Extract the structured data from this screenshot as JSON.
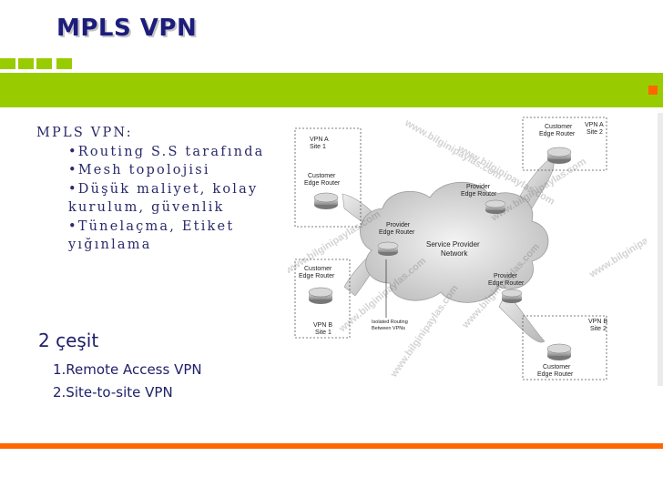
{
  "slide": {
    "title": "MPLS VPN",
    "colors": {
      "title": "#1c1c7c",
      "band": "#99cc00",
      "accent": "#ff6600",
      "text": "#2a2a6a"
    }
  },
  "bullets": {
    "heading": "MPLS VPN:",
    "items": [
      {
        "line1": "•Routing S.S tarafında"
      },
      {
        "line1": "•Mesh topolojisi"
      },
      {
        "line1": "•Düşük maliyet, kolay",
        "line2": "kurulum, güvenlik"
      },
      {
        "line1": "•Tünelaçma, Etiket",
        "line2": "yığınlama"
      }
    ]
  },
  "types": {
    "heading": "2 çeşit",
    "items": [
      "1.Remote Access VPN",
      "2.Site-to-site VPN"
    ]
  },
  "diagram": {
    "cloud_label": [
      "Service Provider",
      "Network"
    ],
    "isolated_label": [
      "Isolated Routing",
      "Between VPNs"
    ],
    "watermark": "www.bilginipaylas.com",
    "sites": [
      {
        "vpn": [
          "VPN A",
          "Site 1"
        ],
        "router": [
          "Customer",
          "Edge Router"
        ]
      },
      {
        "vpn": [
          "VPN A",
          "Site 2"
        ],
        "router": [
          "Customer",
          "Edge Router"
        ]
      },
      {
        "vpn": [
          "VPN B",
          "Site 1"
        ],
        "router": [
          "Customer",
          "Edge Router"
        ]
      },
      {
        "vpn": [
          "VPN B",
          "Site 2"
        ],
        "router": [
          "Customer",
          "Edge Router"
        ]
      }
    ],
    "provider_routers": [
      {
        "label": [
          "Provider",
          "Edge Router"
        ]
      },
      {
        "label": [
          "Provider",
          "Edge Router"
        ]
      },
      {
        "label": [
          "Provider",
          "Edge Router"
        ]
      }
    ]
  }
}
